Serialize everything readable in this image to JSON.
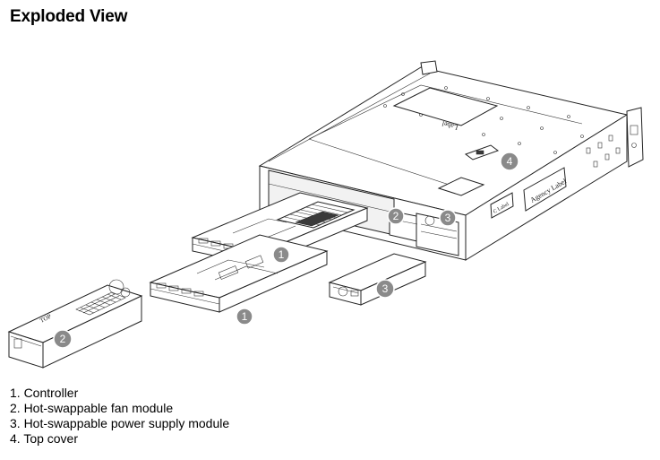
{
  "page": {
    "title": "Exploded View"
  },
  "diagram": {
    "chassis_labels": {
      "top_label": "Label",
      "side_label": "Agency Label",
      "side_small": "C Label"
    },
    "fan_module_text": "TOP",
    "callouts": [
      {
        "id": "controller-upper",
        "number": "1"
      },
      {
        "id": "controller-lower",
        "number": "1"
      },
      {
        "id": "fan-module",
        "number": "2"
      },
      {
        "id": "fan-slot",
        "number": "2"
      },
      {
        "id": "psu-slot",
        "number": "3"
      },
      {
        "id": "psu-module",
        "number": "3"
      },
      {
        "id": "top-cover",
        "number": "4"
      }
    ]
  },
  "legend": {
    "items": [
      "1. Controller",
      "2. Hot-swappable fan module",
      "3. Hot-swappable power supply module",
      "4. Top cover"
    ]
  }
}
